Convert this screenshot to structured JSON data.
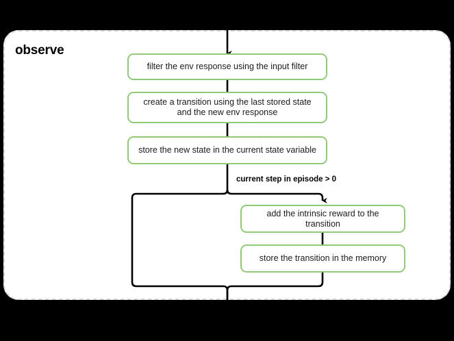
{
  "diagram": {
    "type": "flowchart",
    "title": "observe",
    "background_color": "#000000",
    "container": {
      "label": "observe",
      "border_style": "dashed",
      "border_color": "#d9d9d9",
      "fill_color": "#ffffff"
    },
    "node_color": "#90ca77",
    "edge_color": "#000000",
    "nodes": [
      {
        "id": "filter",
        "label": "filter the env response using the input filter"
      },
      {
        "id": "create",
        "label": "create a transition using the last stored state and the new env response"
      },
      {
        "id": "store_state",
        "label": "store the new state in the current state variable"
      },
      {
        "id": "intrinsic",
        "label": "add the intrinsic reward to the transition"
      },
      {
        "id": "store_mem",
        "label": "store the transition in the memory"
      }
    ],
    "conditions": [
      {
        "id": "cond_step",
        "label": "current step in episode > 0"
      }
    ],
    "edges": [
      {
        "from": "entry",
        "to": "filter",
        "arrow": true
      },
      {
        "from": "filter",
        "to": "create",
        "arrow": false
      },
      {
        "from": "create",
        "to": "store_state",
        "arrow": false
      },
      {
        "from": "store_state",
        "to": "branch",
        "arrow": false
      },
      {
        "from": "branch",
        "to": "intrinsic",
        "arrow": true,
        "label": "current step in episode > 0"
      },
      {
        "from": "branch",
        "to": "merge",
        "arrow": false,
        "label": ""
      },
      {
        "from": "intrinsic",
        "to": "store_mem",
        "arrow": false
      },
      {
        "from": "store_mem",
        "to": "merge",
        "arrow": false
      },
      {
        "from": "merge",
        "to": "exit",
        "arrow": false
      }
    ]
  }
}
